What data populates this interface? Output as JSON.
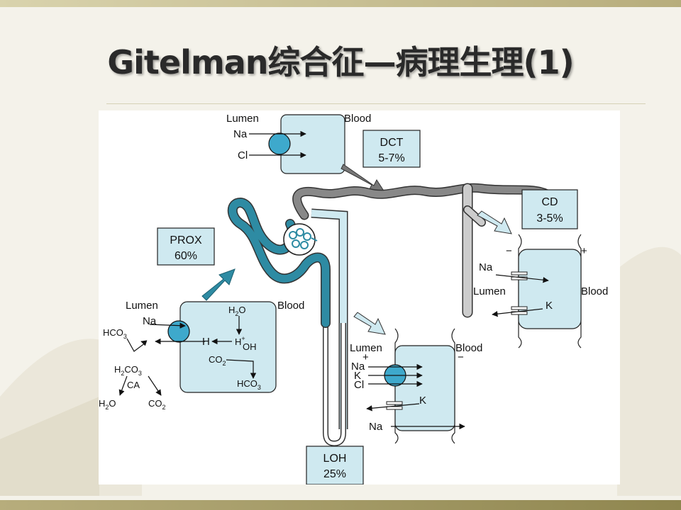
{
  "slide": {
    "title": "Gitelman综合征—病理生理(1)"
  },
  "diagram": {
    "dct_cell": {
      "lumen": "Lumen",
      "blood": "Blood",
      "na": "Na",
      "cl": "Cl"
    },
    "dct_box": {
      "name": "DCT",
      "pct": "5-7%"
    },
    "cd_box": {
      "name": "CD",
      "pct": "3-5%"
    },
    "prox_box": {
      "name": "PROX",
      "pct": "60%"
    },
    "loh_box": {
      "name": "LOH",
      "pct": "25%"
    },
    "cd_cell": {
      "minus": "−",
      "plus": "+",
      "na": "Na",
      "lumen": "Lumen",
      "blood": "Blood",
      "k": "K"
    },
    "prox_cell": {
      "lumen": "Lumen",
      "blood": "Blood",
      "na": "Na",
      "hco3": "HCO",
      "h_left": "H",
      "h2o_top": "H",
      "h_plus": "H",
      "oh": "OH",
      "co2_mid": "CO",
      "hco3_right": "HCO",
      "h2co3": "H",
      "ca": "CA",
      "h2o_bottom": "H",
      "co2_bottom": "CO",
      "sub_2": "2",
      "sub_3": "3",
      "sup_plus": "+",
      "o": "O",
      "co3": "CO"
    },
    "loh_cell": {
      "lumen": "Lumen",
      "blood": "Blood",
      "plus": "+",
      "minus": "−",
      "na": "Na",
      "k": "K",
      "cl": "Cl",
      "k2": "K",
      "na2": "Na"
    }
  },
  "colors": {
    "cell_fill": "#cfe9f0",
    "tubule_dark": "#2e8ba3",
    "tubule_light": "#cfe9f0",
    "dct_gray": "#888888",
    "transporter": "#3ea9cc"
  }
}
